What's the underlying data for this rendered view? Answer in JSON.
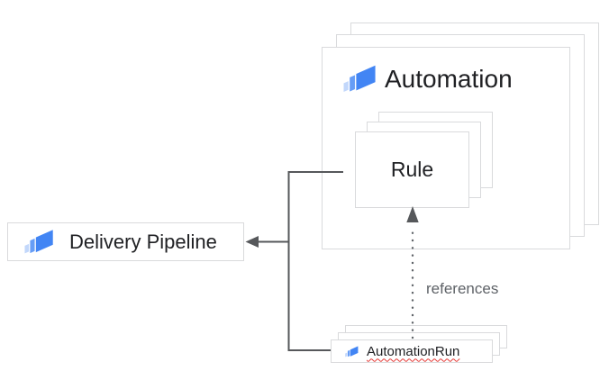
{
  "diagram": {
    "automation": {
      "label": "Automation",
      "icon": "cloud-deploy-icon"
    },
    "rule": {
      "label": "Rule"
    },
    "delivery_pipeline": {
      "label": "Delivery Pipeline",
      "icon": "cloud-deploy-icon"
    },
    "automation_run": {
      "label": "AutomationRun",
      "icon": "cloud-deploy-icon"
    },
    "references_label": "references",
    "colors": {
      "icon_blue_main": "#4285f4",
      "icon_blue_mid": "#669df6",
      "icon_blue_light": "#c2d7fb",
      "card_border": "#d9dadc",
      "connector_gray": "#56585b",
      "text_primary": "#202124",
      "text_secondary": "#5f6368",
      "spellcheck_red": "#e53935"
    }
  }
}
